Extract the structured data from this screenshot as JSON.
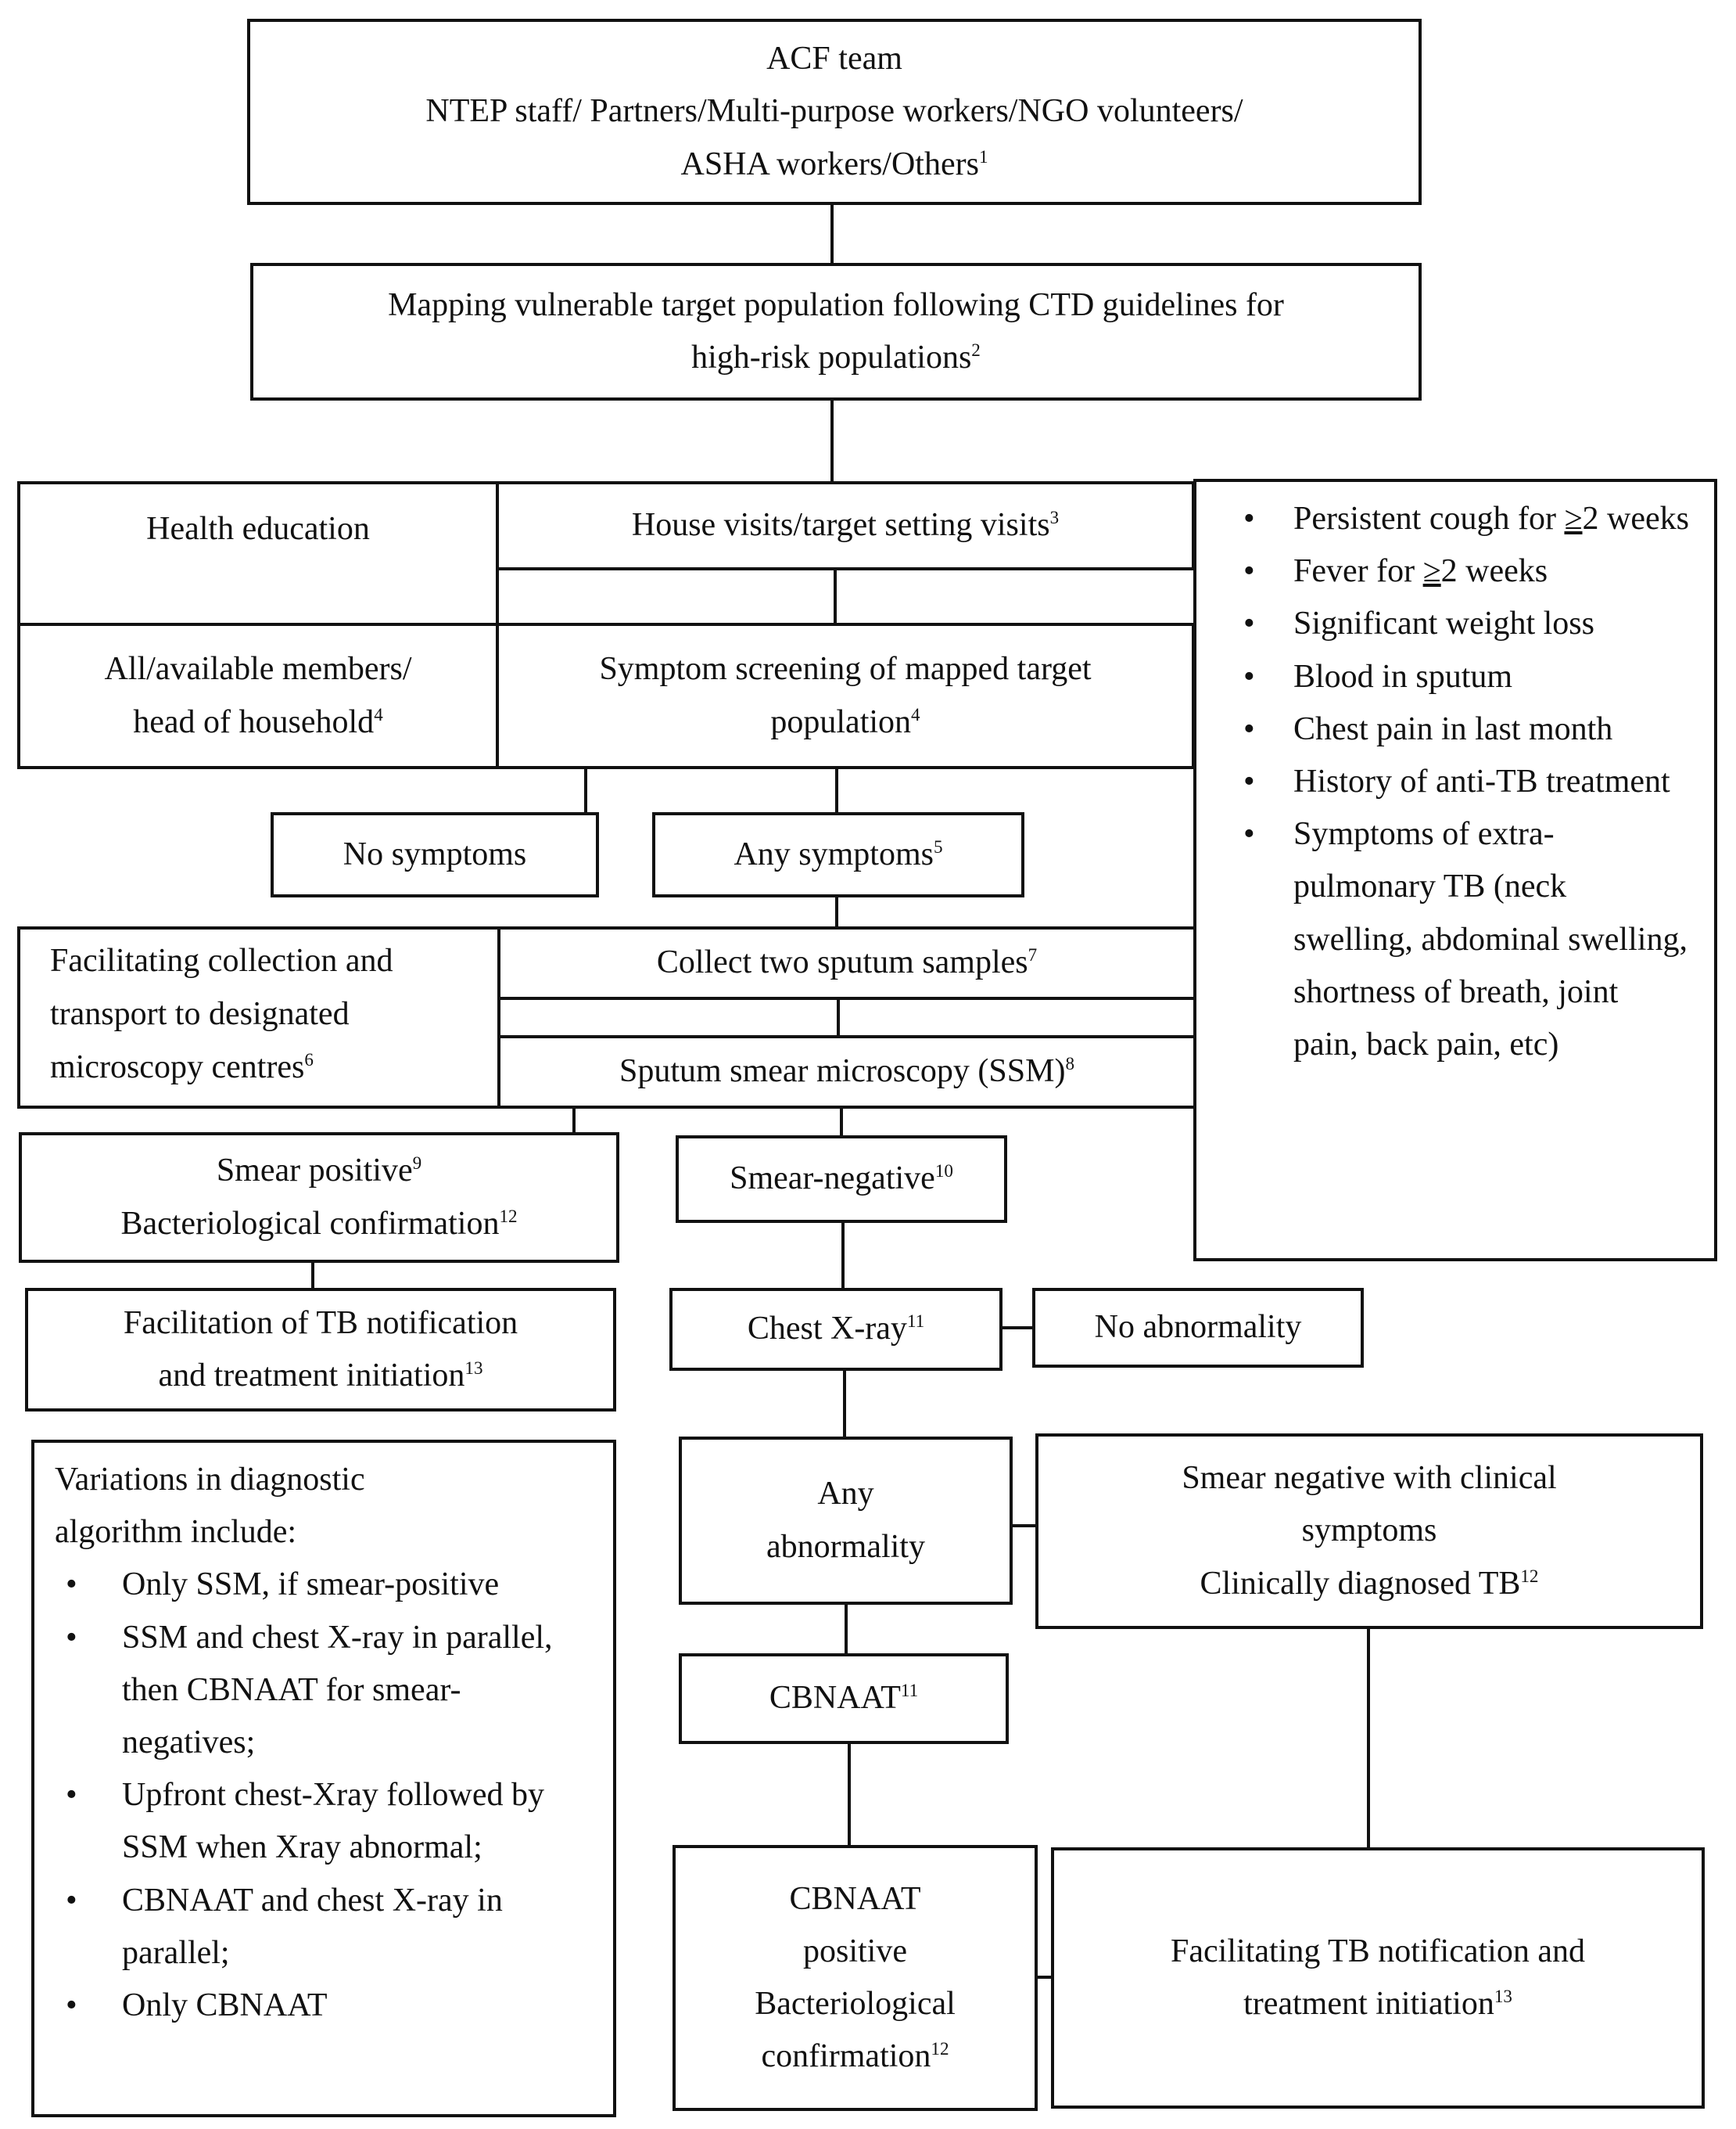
{
  "acf_team": {
    "title": "ACF team",
    "line2": "NTEP staff/ Partners/Multi-purpose workers/NGO volunteers/",
    "line3": "ASHA workers/Others",
    "line3_ref": "1"
  },
  "mapping": {
    "line1": "Mapping vulnerable target population following CTD guidelines for",
    "line2": "high-risk populations",
    "line2_ref": "2"
  },
  "health_education": {
    "label": "Health education"
  },
  "house_visits": {
    "label": "House visits/target setting visits",
    "ref": "3"
  },
  "members": {
    "line1": "All/available members/",
    "line2": "head of household",
    "ref": "4"
  },
  "symptom_screening": {
    "line1": "Symptom screening of mapped target",
    "line2": "population",
    "ref": "4"
  },
  "symptoms_list": {
    "items": [
      {
        "prefix": "Persistent cough for ",
        "ge": "≥",
        "suffix": "2 weeks"
      },
      {
        "prefix": "Fever for ",
        "ge": "≥",
        "suffix": "2 weeks"
      },
      {
        "text": "Significant weight loss"
      },
      {
        "text": "Blood in sputum"
      },
      {
        "text": "Chest pain in last month"
      },
      {
        "text": "History of anti-TB treatment"
      },
      {
        "text": "Symptoms of extra-pulmonary TB (neck swelling, abdominal swelling, shortness of breath, joint pain, back pain, etc)"
      }
    ]
  },
  "no_symptoms": {
    "label": "No symptoms"
  },
  "any_symptoms": {
    "label": "Any symptoms",
    "ref": "5"
  },
  "facilitating_collection": {
    "line1": "Facilitating collection and",
    "line2": "transport to designated",
    "line3": "microscopy centres",
    "ref": "6"
  },
  "collect_sputum": {
    "label": "Collect two sputum samples",
    "ref": "7"
  },
  "ssm": {
    "label": "Sputum smear microscopy (SSM)",
    "ref": "8"
  },
  "smear_positive": {
    "line1": "Smear positive",
    "line1_ref": "9",
    "line2": "Bacteriological confirmation",
    "line2_ref": "12"
  },
  "smear_negative": {
    "label": "Smear-negative",
    "ref": "10"
  },
  "tb_notification_left": {
    "line1": "Facilitation of TB notification",
    "line2": "and treatment initiation",
    "ref": "13"
  },
  "chest_xray": {
    "label": "Chest X-ray",
    "ref": "11"
  },
  "no_abnormality": {
    "label": "No abnormality"
  },
  "any_abnormality": {
    "line1": "Any",
    "line2": "abnormality"
  },
  "clinical": {
    "line1": "Smear negative with clinical",
    "line2": "symptoms",
    "line3": "Clinically diagnosed TB",
    "ref": "12"
  },
  "variations": {
    "line1": "Variations in diagnostic",
    "line2": "algorithm include:",
    "items": [
      "Only SSM, if smear-positive",
      "SSM and chest X-ray in parallel, then CBNAAT for smear-negatives;",
      "Upfront chest-Xray followed by SSM when Xray abnormal;",
      "CBNAAT and chest X-ray in parallel;",
      "Only CBNAAT"
    ]
  },
  "cbnaat": {
    "label": "CBNAAT",
    "ref": "11"
  },
  "cbnaat_positive": {
    "line1": "CBNAAT",
    "line2": "positive",
    "line3": "Bacteriological",
    "line4": "confirmation",
    "ref": "12"
  },
  "tb_notification_right": {
    "line1": "Facilitating TB notification and",
    "line2": "treatment initiation",
    "ref": "13"
  }
}
